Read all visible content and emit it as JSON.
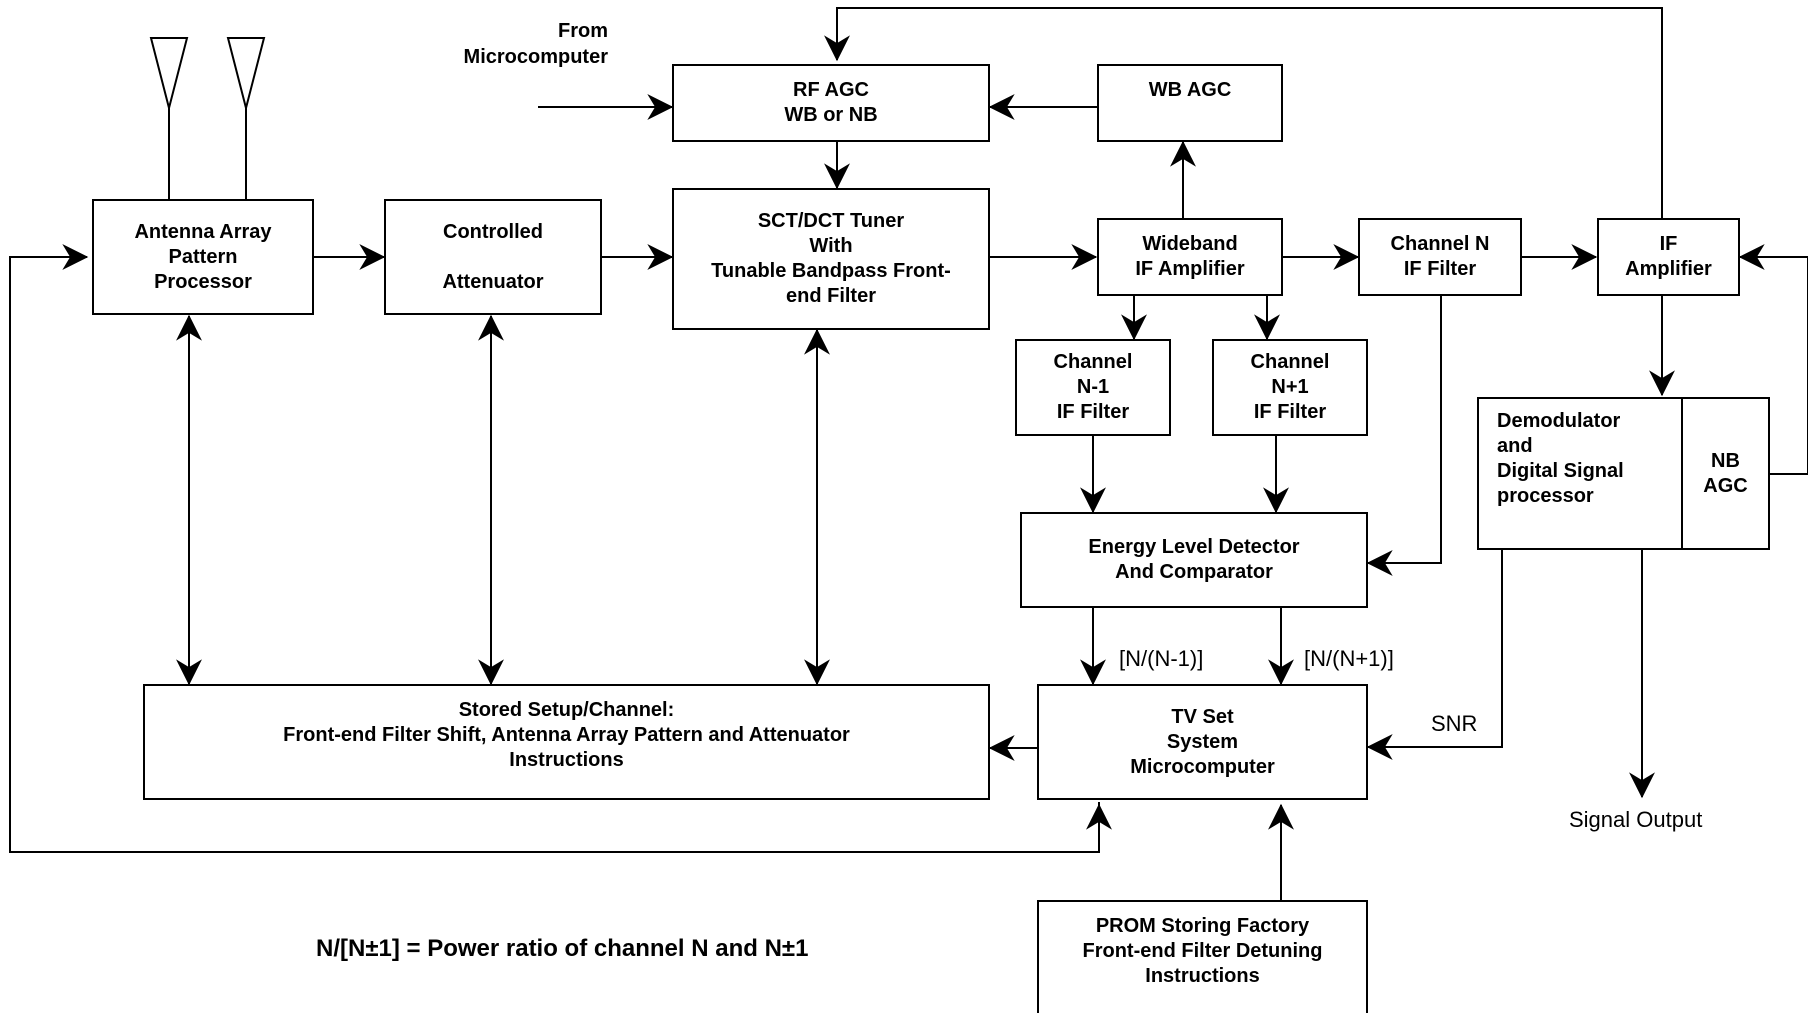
{
  "blocks": {
    "rf_agc": [
      "RF AGC",
      "WB or NB"
    ],
    "wb_agc": [
      "WB AGC"
    ],
    "antenna_proc": [
      "Antenna Array",
      "Pattern",
      "Processor"
    ],
    "attenuator": [
      "Controlled",
      "",
      "Attenuator"
    ],
    "tuner": [
      "SCT/DCT Tuner",
      "With",
      "Tunable Bandpass Front-",
      "end Filter"
    ],
    "wb_if_amp": [
      "Wideband",
      "IF Amplifier"
    ],
    "ch_n_filter": [
      "Channel N",
      "IF Filter"
    ],
    "if_amp": [
      "IF",
      "Amplifier"
    ],
    "ch_nm1_filter": [
      "Channel",
      "N-1",
      "IF Filter"
    ],
    "ch_np1_filter": [
      "Channel",
      "N+1",
      "IF Filter"
    ],
    "demod": [
      "Demodulator",
      "and",
      "Digital Signal",
      "processor"
    ],
    "nb_agc": [
      "NB",
      "AGC"
    ],
    "energy_detector": [
      "Energy Level Detector",
      "And Comparator"
    ],
    "stored_setup": [
      "Stored Setup/Channel:",
      "Front-end Filter Shift, Antenna Array Pattern and Attenuator",
      "Instructions"
    ],
    "tv_micro": [
      "TV Set",
      "System",
      "Microcomputer"
    ],
    "prom": [
      "PROM Storing Factory",
      "Front-end Filter Detuning",
      "Instructions"
    ]
  },
  "labels": {
    "from_micro": [
      "From",
      "Microcomputer"
    ],
    "ratio_nm1": "[N/(N-1)]",
    "ratio_np1": "[N/(N+1)]",
    "snr": "SNR",
    "signal_output": "Signal Output",
    "note": "N/[N±1] = Power ratio of channel N and N±1"
  }
}
